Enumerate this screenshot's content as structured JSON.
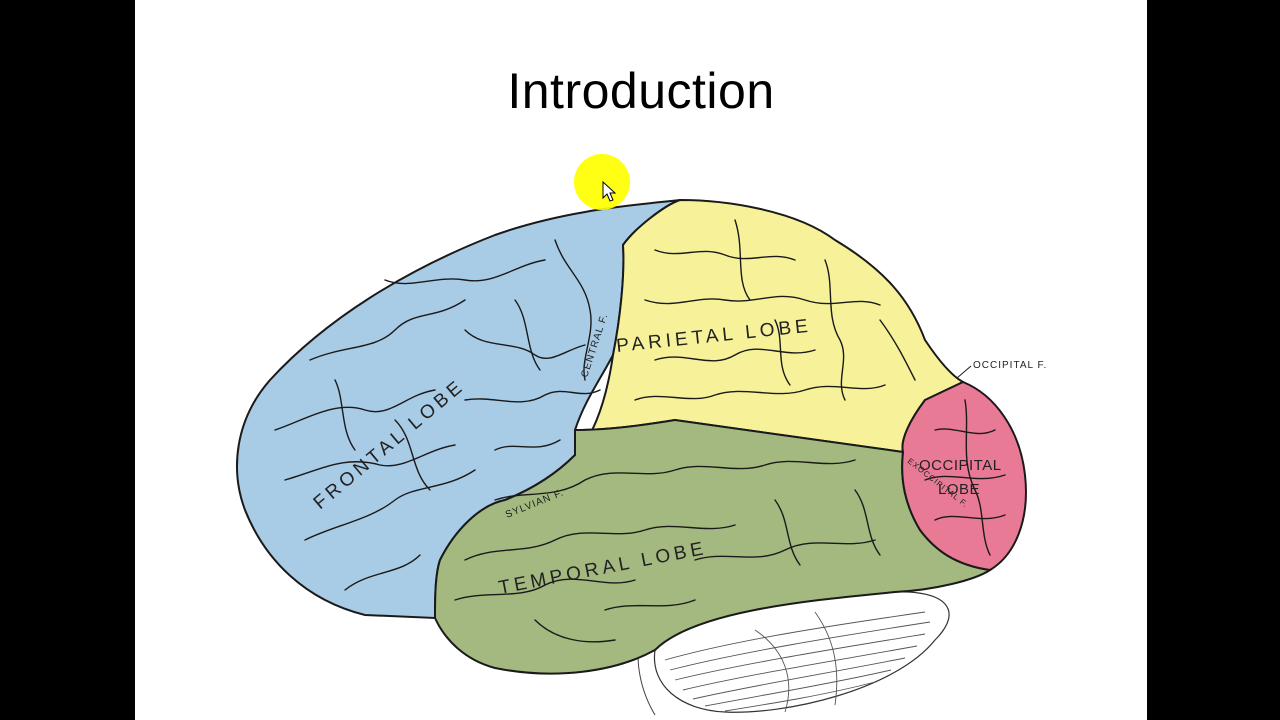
{
  "slide": {
    "title": "Introduction"
  },
  "diagram": {
    "labels": {
      "frontal_lobe": "FRONTAL LOBE",
      "central_f": "CENTRAL F.",
      "parietal_lobe": "PARIETAL LOBE",
      "occipital_f": "OCCIPITAL F.",
      "occipital_lobe_line1": "OCCIPITAL",
      "occipital_lobe_line2": "LOBE",
      "exoccipital_f": "EXOCCIPITAL F.",
      "sylvian_f": "SYLVIAN F.",
      "temporal_lobe": "TEMPORAL LOBE"
    },
    "colors": {
      "frontal": "#a8cbe6",
      "parietal": "#f7f29a",
      "temporal": "#a3b97f",
      "occipital": "#e87a95",
      "outline": "#1a1a1a",
      "pointer_highlight": "#ffff00"
    }
  }
}
